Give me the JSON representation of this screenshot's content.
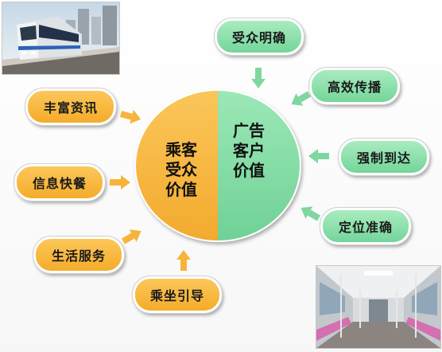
{
  "center": {
    "left_lines": [
      "乘客",
      "受众",
      "价值"
    ],
    "right_lines": [
      "广告",
      "客户",
      "价值"
    ],
    "left_color": "#f9bb45",
    "right_color": "#7fd99d"
  },
  "left_items": [
    "丰富资讯",
    "信息快餐",
    "生活服务",
    "乘坐引导"
  ],
  "right_items": [
    "受众明确",
    "高效传播",
    "强制到达",
    "定位准确"
  ],
  "colors": {
    "orange": "#f4ac2a",
    "green": "#74d59a",
    "orange_arrow": "#f6b43a",
    "green_arrow": "#7fd79f"
  },
  "photos": [
    "metro-train-photo",
    "metro-interior-photo"
  ]
}
